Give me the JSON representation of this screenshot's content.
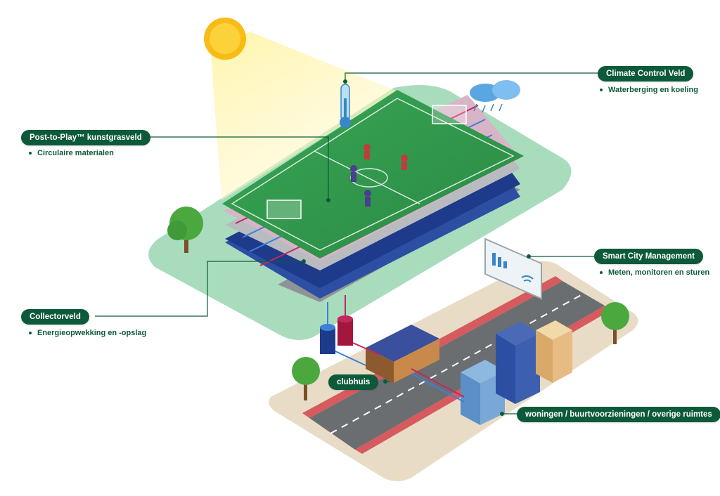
{
  "labels": {
    "climate": {
      "title": "Climate Control Veld",
      "sub": "Waterberging en koeling"
    },
    "post_to_play": {
      "title": "Post-to-Play™ kunstgrasveld",
      "sub": "Circulaire materialen"
    },
    "smart_city": {
      "title": "Smart City Management",
      "sub": "Meten, monitoren en sturen"
    },
    "collector": {
      "title": "Collectorveld",
      "sub": "Energieopwekking en -opslag"
    },
    "clubhuis": {
      "title": "clubhuis"
    },
    "woningen": {
      "title": "woningen / buurtvoorzieningen / overige ruimtes"
    }
  },
  "colors": {
    "label_bg": "#0d5a3a",
    "pitch": "#2f9a4d",
    "ground_green": "#a9dcbd",
    "road": "#6b6e70",
    "bike_lane": "#d65a5e",
    "pipe_cold": "#3d7fd9",
    "pipe_warm": "#c2285e"
  },
  "icons": [
    "sun-icon",
    "thermometer-icon",
    "rain-cloud-icon",
    "monitor-chart-icon",
    "wifi-icon"
  ]
}
